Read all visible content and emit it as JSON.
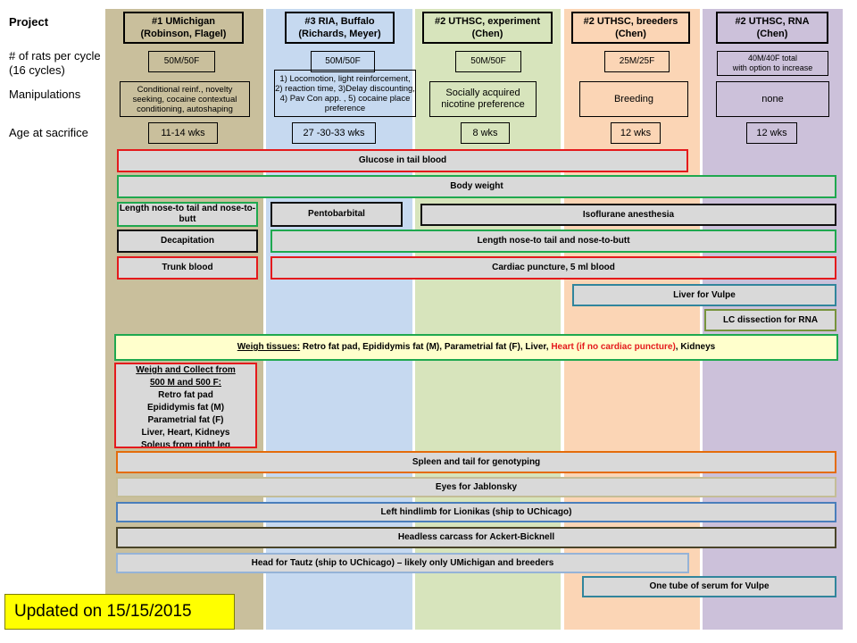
{
  "row_labels": {
    "project": "Project",
    "rats": "# of rats per cycle\n(16 cycles)",
    "manip": "Manipulations",
    "age": "Age at sacrifice"
  },
  "columns": [
    {
      "header": "#1 UMichigan\n(Robinson, Flagel)",
      "rats": "50M/50F",
      "manipulations": "Conditional reinf., novelty seeking, cocaine contextual conditioning, autoshaping",
      "age": "11-14 wks",
      "color": "#c9bf9c"
    },
    {
      "header": "#3 RIA, Buffalo\n(Richards, Meyer)",
      "rats": "50M/50F",
      "manipulations": "1)  Locomotion, light reinforcement, 2) reaction time, 3)Delay discounting, 4) Pav Con app. , 5) cocaine place preference",
      "age": "27 -30-33 wks",
      "color": "#c6d9f0"
    },
    {
      "header": "#2 UTHSC,  experiment\n(Chen)",
      "rats": "50M/50F",
      "manipulations": "Socially acquired nicotine preference",
      "age": "8 wks",
      "color": "#d7e4bc"
    },
    {
      "header": "#2 UTHSC,  breeders\n(Chen)",
      "rats": "25M/25F",
      "manipulations": "Breeding",
      "age": "12 wks",
      "color": "#fbd5b5"
    },
    {
      "header": "#2 UTHSC,  RNA\n(Chen)",
      "rats": "40M/40F total\nwith option to increase",
      "manipulations": "none",
      "age": "12 wks",
      "color": "#ccc1da"
    }
  ],
  "bars": {
    "glucose": "Glucose in tail blood",
    "body_weight": "Body weight",
    "length_um": "Length nose-to tail and nose-to-butt",
    "pentobarbital": "Pentobarbital",
    "isoflurane": "Isoflurane anesthesia",
    "decapitation": "Decapitation",
    "length_rest": "Length nose-to tail and nose-to-butt",
    "trunk_blood": "Trunk blood",
    "cardiac": "Cardiac puncture,  5 ml blood",
    "liver_vulpe": "Liver for Vulpe",
    "lc_dissection": "LC dissection for RNA",
    "spleen": "Spleen and tail for genotyping",
    "eyes": "Eyes for Jablonsky",
    "hindlimb": "Left hindlimb for Lionikas (ship to UChicago)",
    "carcass": "Headless carcass for Ackert-Bicknell",
    "head": "Head for Tautz (ship to UChicago) – likely only UMichigan and breeders",
    "serum": "One tube of serum for Vulpe"
  },
  "weigh": {
    "label": "Weigh tissues:",
    "items": " Retro fat pad,  Epididymis fat (M), Parametrial fat (F), Liver, ",
    "heart": "Heart (if no cardiac puncture)",
    "tail": ",  Kidneys"
  },
  "collect": {
    "line1": "Weigh and Collect from",
    "line2": "500 M and 500 F:",
    "items": [
      "Retro fat pad",
      "Epididymis fat (M)",
      "Parametrial fat (F)",
      "Liver, Heart, Kidneys",
      "Soleus from right leg"
    ]
  },
  "updated": "Updated on 15/15/2015"
}
